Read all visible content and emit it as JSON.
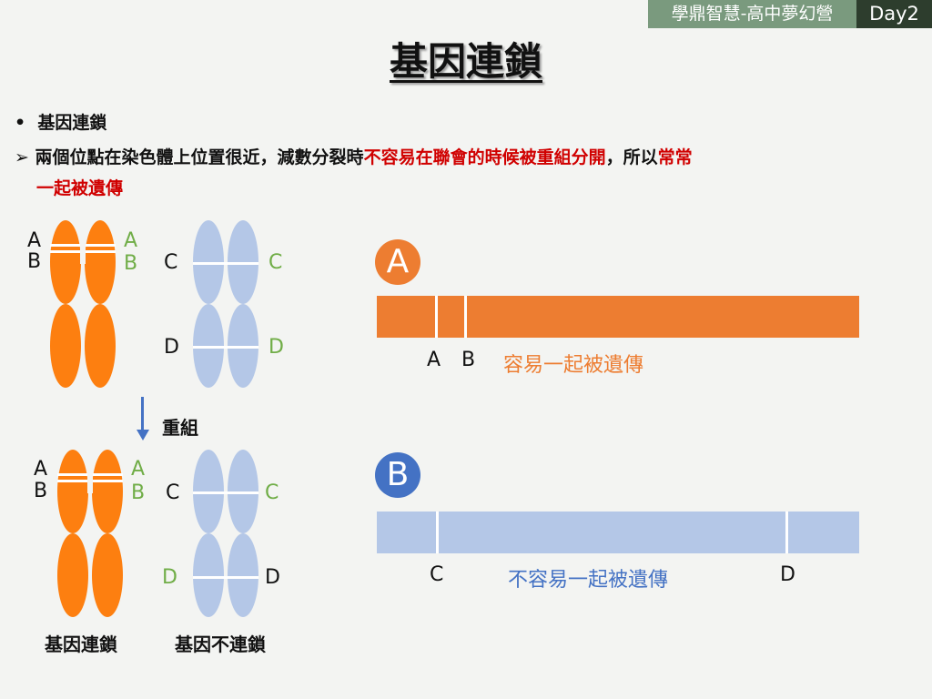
{
  "header": {
    "course": "學鼎智慧-高中夢幻營",
    "day": "Day2"
  },
  "title": "基因連鎖",
  "bullets": {
    "b1": "基因連鎖",
    "b2_pre": "兩個位點在染色體上位置很近，減數分裂時",
    "b2_red": "不容易在聯會的時候被重組分開",
    "b2_mid": "，所以",
    "b2_red2": "常常",
    "b2_red3": "一起被遺傳"
  },
  "diagram": {
    "a": "A",
    "b": "B",
    "c": "C",
    "d": "D",
    "recomb": "重組",
    "linked": "基因連鎖",
    "unlinked": "基因不連鎖"
  },
  "panelA": {
    "badge": "A",
    "caption": "容易一起被遺傳",
    "color": "#ed7d31"
  },
  "panelB": {
    "badge": "B",
    "caption": "不容易一起被遺傳",
    "color": "#4472c4"
  }
}
